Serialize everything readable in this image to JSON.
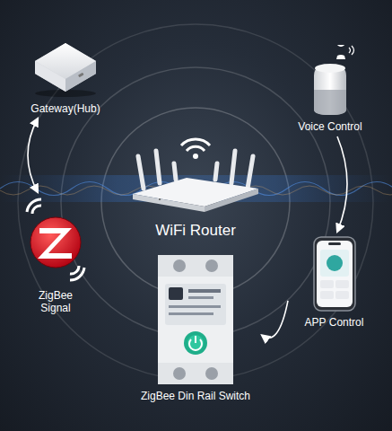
{
  "diagram": {
    "nodes": [
      {
        "text": [
          "Gateway(Hub)"
        ]
      },
      {
        "text": [
          "Voice Control"
        ]
      },
      {
        "text": [
          "WiFi Router"
        ]
      },
      {
        "text": [
          "ZigBee Signal"
        ]
      },
      {
        "text": [
          "APP Control"
        ]
      },
      {
        "text": [
          "ZigBee Din Rail Switch"
        ]
      }
    ],
    "edges": [
      {
        "from": 0,
        "to": 3,
        "arrow": "both"
      },
      {
        "from": 1,
        "to": 4,
        "arrow": "to"
      },
      {
        "from": 4,
        "to": 5,
        "arrow": "to"
      }
    ]
  }
}
